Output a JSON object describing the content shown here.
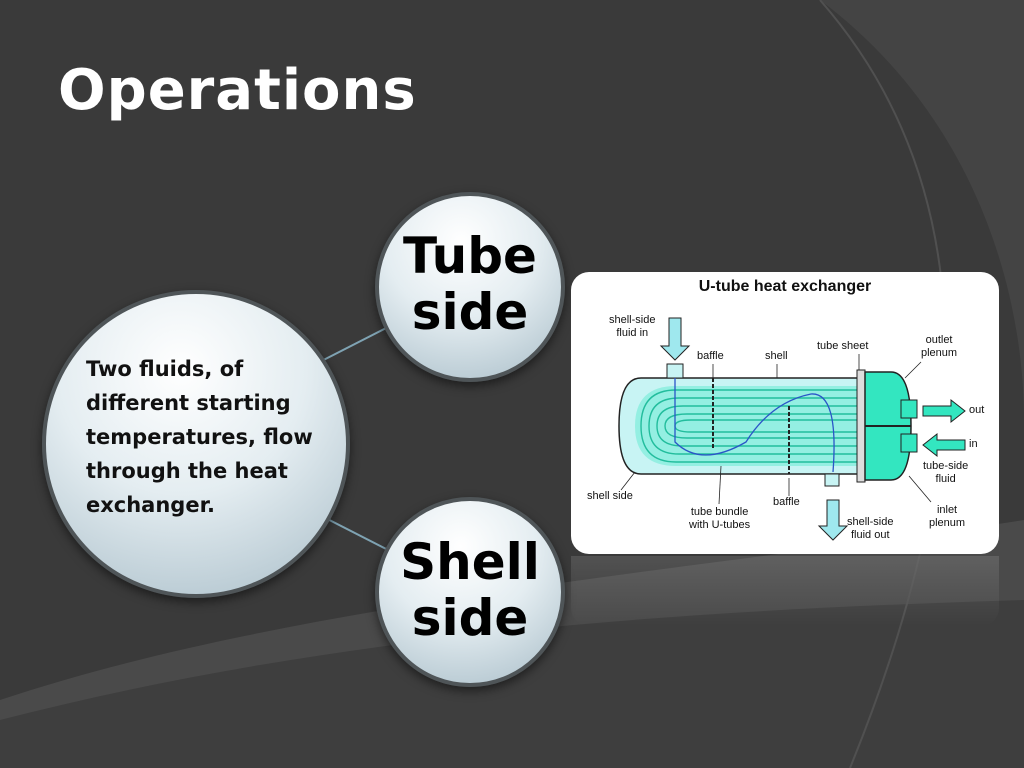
{
  "slide": {
    "title": "Operations",
    "center_bubble_text": "Two fluids, of different starting temperatures, flow through the heat exchanger.",
    "top_bubble_line1": "Tube",
    "top_bubble_line2": "side",
    "bottom_bubble_line1": "Shell",
    "bottom_bubble_line2": "side"
  },
  "diagram": {
    "title": "U-tube heat exchanger",
    "labels": {
      "shell_side_fluid_in_1": "shell-side",
      "shell_side_fluid_in_2": "fluid in",
      "baffle_top": "baffle",
      "shell": "shell",
      "tube_sheet": "tube sheet",
      "outlet_plenum_1": "outlet",
      "outlet_plenum_2": "plenum",
      "out": "out",
      "in": "in",
      "tube_side_fluid_1": "tube-side",
      "tube_side_fluid_2": "fluid",
      "shell_side": "shell side",
      "tube_bundle_1": "tube bundle",
      "tube_bundle_2": "with U-tubes",
      "baffle_bottom": "baffle",
      "shell_side_fluid_out_1": "shell-side",
      "shell_side_fluid_out_2": "fluid out",
      "inlet_plenum_1": "inlet",
      "inlet_plenum_2": "plenum"
    },
    "colors": {
      "fluid_cyan": "#33e6c0",
      "shell_fill": "#c8f4f4",
      "arrow_fill": "#9fe8ee"
    }
  }
}
